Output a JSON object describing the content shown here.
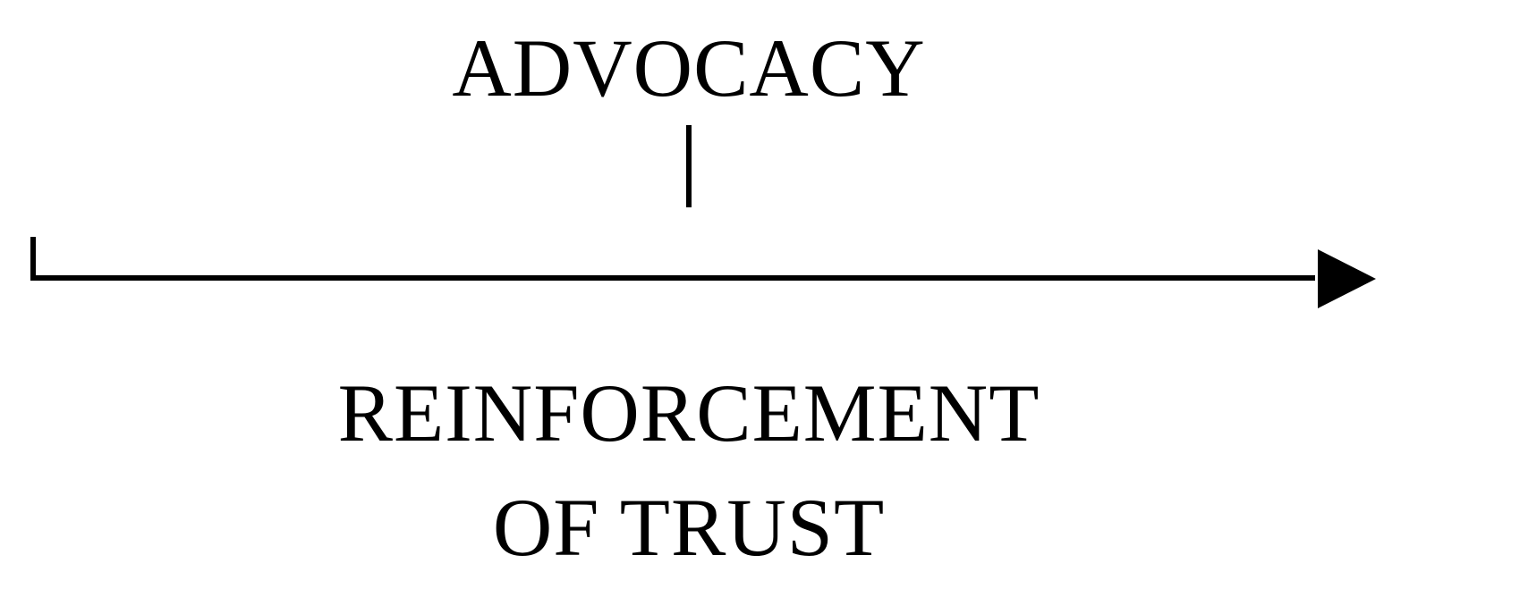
{
  "top_label": "ADVOCACY",
  "bottom_label": {
    "line1": "REINFORCEMENT",
    "line2": "OF TRUST"
  },
  "colors": {
    "stroke": "#000000",
    "background": "#ffffff"
  }
}
